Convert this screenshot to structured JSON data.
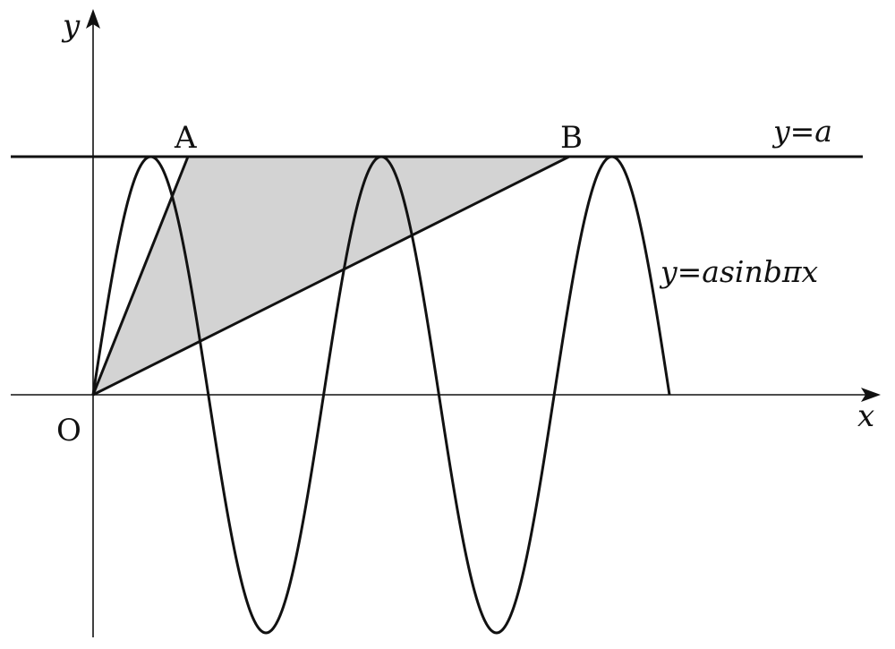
{
  "figure": {
    "axis_x_label": "x",
    "axis_y_label": "y",
    "origin_label": "O",
    "point_a_label": "A",
    "point_b_label": "B",
    "line_label": "y=a",
    "curve_label": "y=asinbπx",
    "shaded_region": "triangle OAB",
    "colors": {
      "stroke": "#111111",
      "shade": "#d3d3d3",
      "background": "#ffffff"
    }
  }
}
